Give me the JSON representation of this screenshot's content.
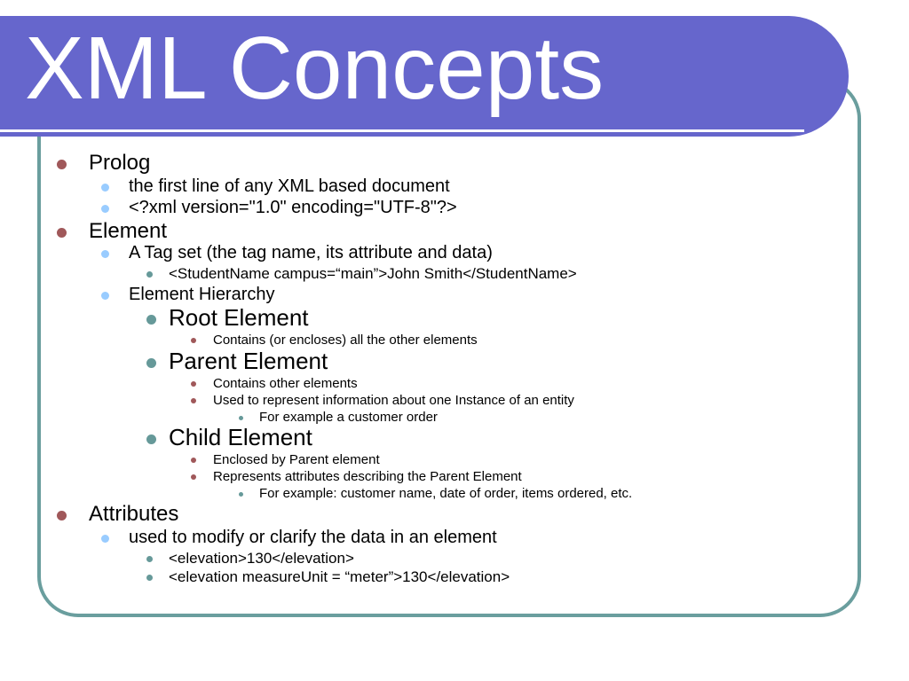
{
  "slide": {
    "title": "XML Concepts",
    "bullets": [
      {
        "level": 1,
        "text": "Prolog"
      },
      {
        "level": 2,
        "text": "the first line of any XML based document"
      },
      {
        "level": 2,
        "text": "<?xml version=\"1.0\" encoding=\"UTF-8\"?>"
      },
      {
        "level": 1,
        "text": "Element"
      },
      {
        "level": 2,
        "text": "A Tag set (the tag name, its attribute and data)"
      },
      {
        "level": 3,
        "text": "<StudentName campus=“main”>John Smith</StudentName>"
      },
      {
        "level": 2,
        "text": "Element Hierarchy"
      },
      {
        "level": "3b",
        "text": "Root Element"
      },
      {
        "level": 4,
        "text": "Contains (or encloses) all the other elements"
      },
      {
        "level": "3b",
        "text": "Parent Element"
      },
      {
        "level": 4,
        "text": "Contains other elements"
      },
      {
        "level": 4,
        "text": "Used to represent information about one Instance of an entity"
      },
      {
        "level": 5,
        "text": "For example a customer order"
      },
      {
        "level": "3b",
        "text": "Child Element"
      },
      {
        "level": 4,
        "text": "Enclosed by Parent element"
      },
      {
        "level": 4,
        "text": "Represents attributes describing the Parent Element"
      },
      {
        "level": 5,
        "text": "For example: customer name, date of order, items ordered, etc."
      },
      {
        "level": 1,
        "text": "Attributes"
      },
      {
        "level": 2,
        "text": "used to modify or clarify the data in an element"
      },
      {
        "level": 3,
        "text": "<elevation>130</elevation>"
      },
      {
        "level": 3,
        "text": "<elevation measureUnit = “meter”>130</elevation>"
      }
    ]
  },
  "colors": {
    "title_bar": "#6666cc",
    "frame_border": "#6a9e9e",
    "bullet_level1": "#a0585a",
    "bullet_level2": "#99ccff",
    "bullet_level3": "#669999"
  }
}
